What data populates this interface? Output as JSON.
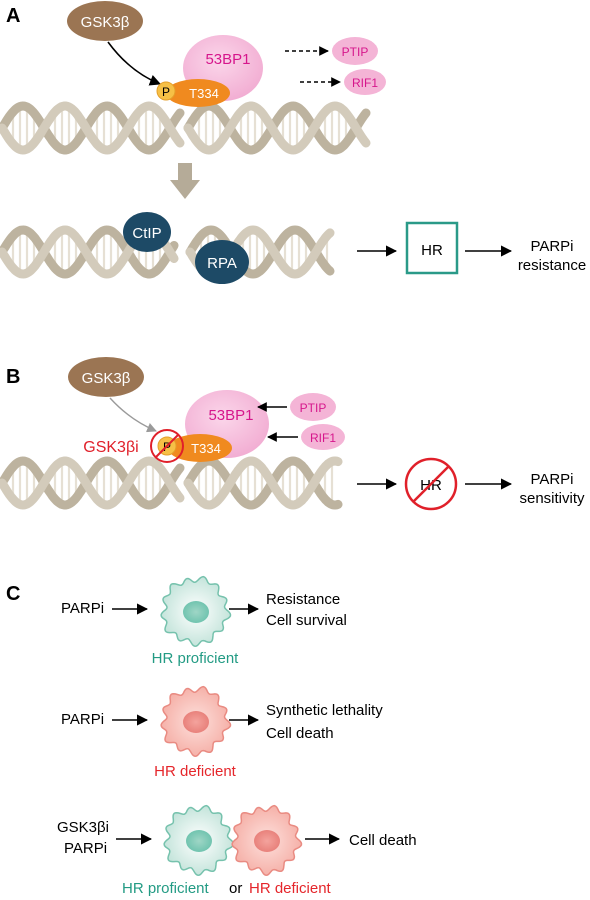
{
  "panels": {
    "a": {
      "label": "A",
      "gsk3b": "GSK3β",
      "bp53": "53BP1",
      "phospho": "P",
      "site": "T334",
      "ptip": "PTIP",
      "rif1": "RIF1",
      "ctip": "CtIP",
      "rpa": "RPA",
      "hr": "HR",
      "outcome_line1": "PARPi",
      "outcome_line2": "resistance"
    },
    "b": {
      "label": "B",
      "gsk3b": "GSK3β",
      "inhibitor": "GSK3βi",
      "bp53": "53BP1",
      "phospho": "P",
      "site": "T334",
      "ptip": "PTIP",
      "rif1": "RIF1",
      "hr": "HR",
      "outcome_line1": "PARPi",
      "outcome_line2": "sensitivity"
    },
    "c": {
      "label": "C",
      "row1": {
        "drug": "PARPi",
        "result_line1": "Resistance",
        "result_line2": "Cell survival",
        "cell_label": "HR proficient"
      },
      "row2": {
        "drug": "PARPi",
        "result_line1": "Synthetic lethality",
        "result_line2": "Cell death",
        "cell_label": "HR deficient"
      },
      "row3": {
        "drug_line1": "GSK3βi",
        "drug_line2": "PARPi",
        "result": "Cell death",
        "label_a": "HR proficient",
        "label_or": "or",
        "label_b": "HR deficient"
      }
    }
  },
  "colors": {
    "gsk3b": "#9b7553",
    "bp53": "#f4b4d6",
    "bp53_text": "#d6168c",
    "t334": "#f08a1f",
    "phospho": "#f6c046",
    "inhibit_red": "#e0202a",
    "proteins_blue": "#1d4a66",
    "hr_box": "#2a9a88",
    "proficient_green": "#239b84",
    "deficient_red": "#e5262b",
    "dna": "#cfc7b6",
    "arrow_gray": "#b5ab98"
  }
}
